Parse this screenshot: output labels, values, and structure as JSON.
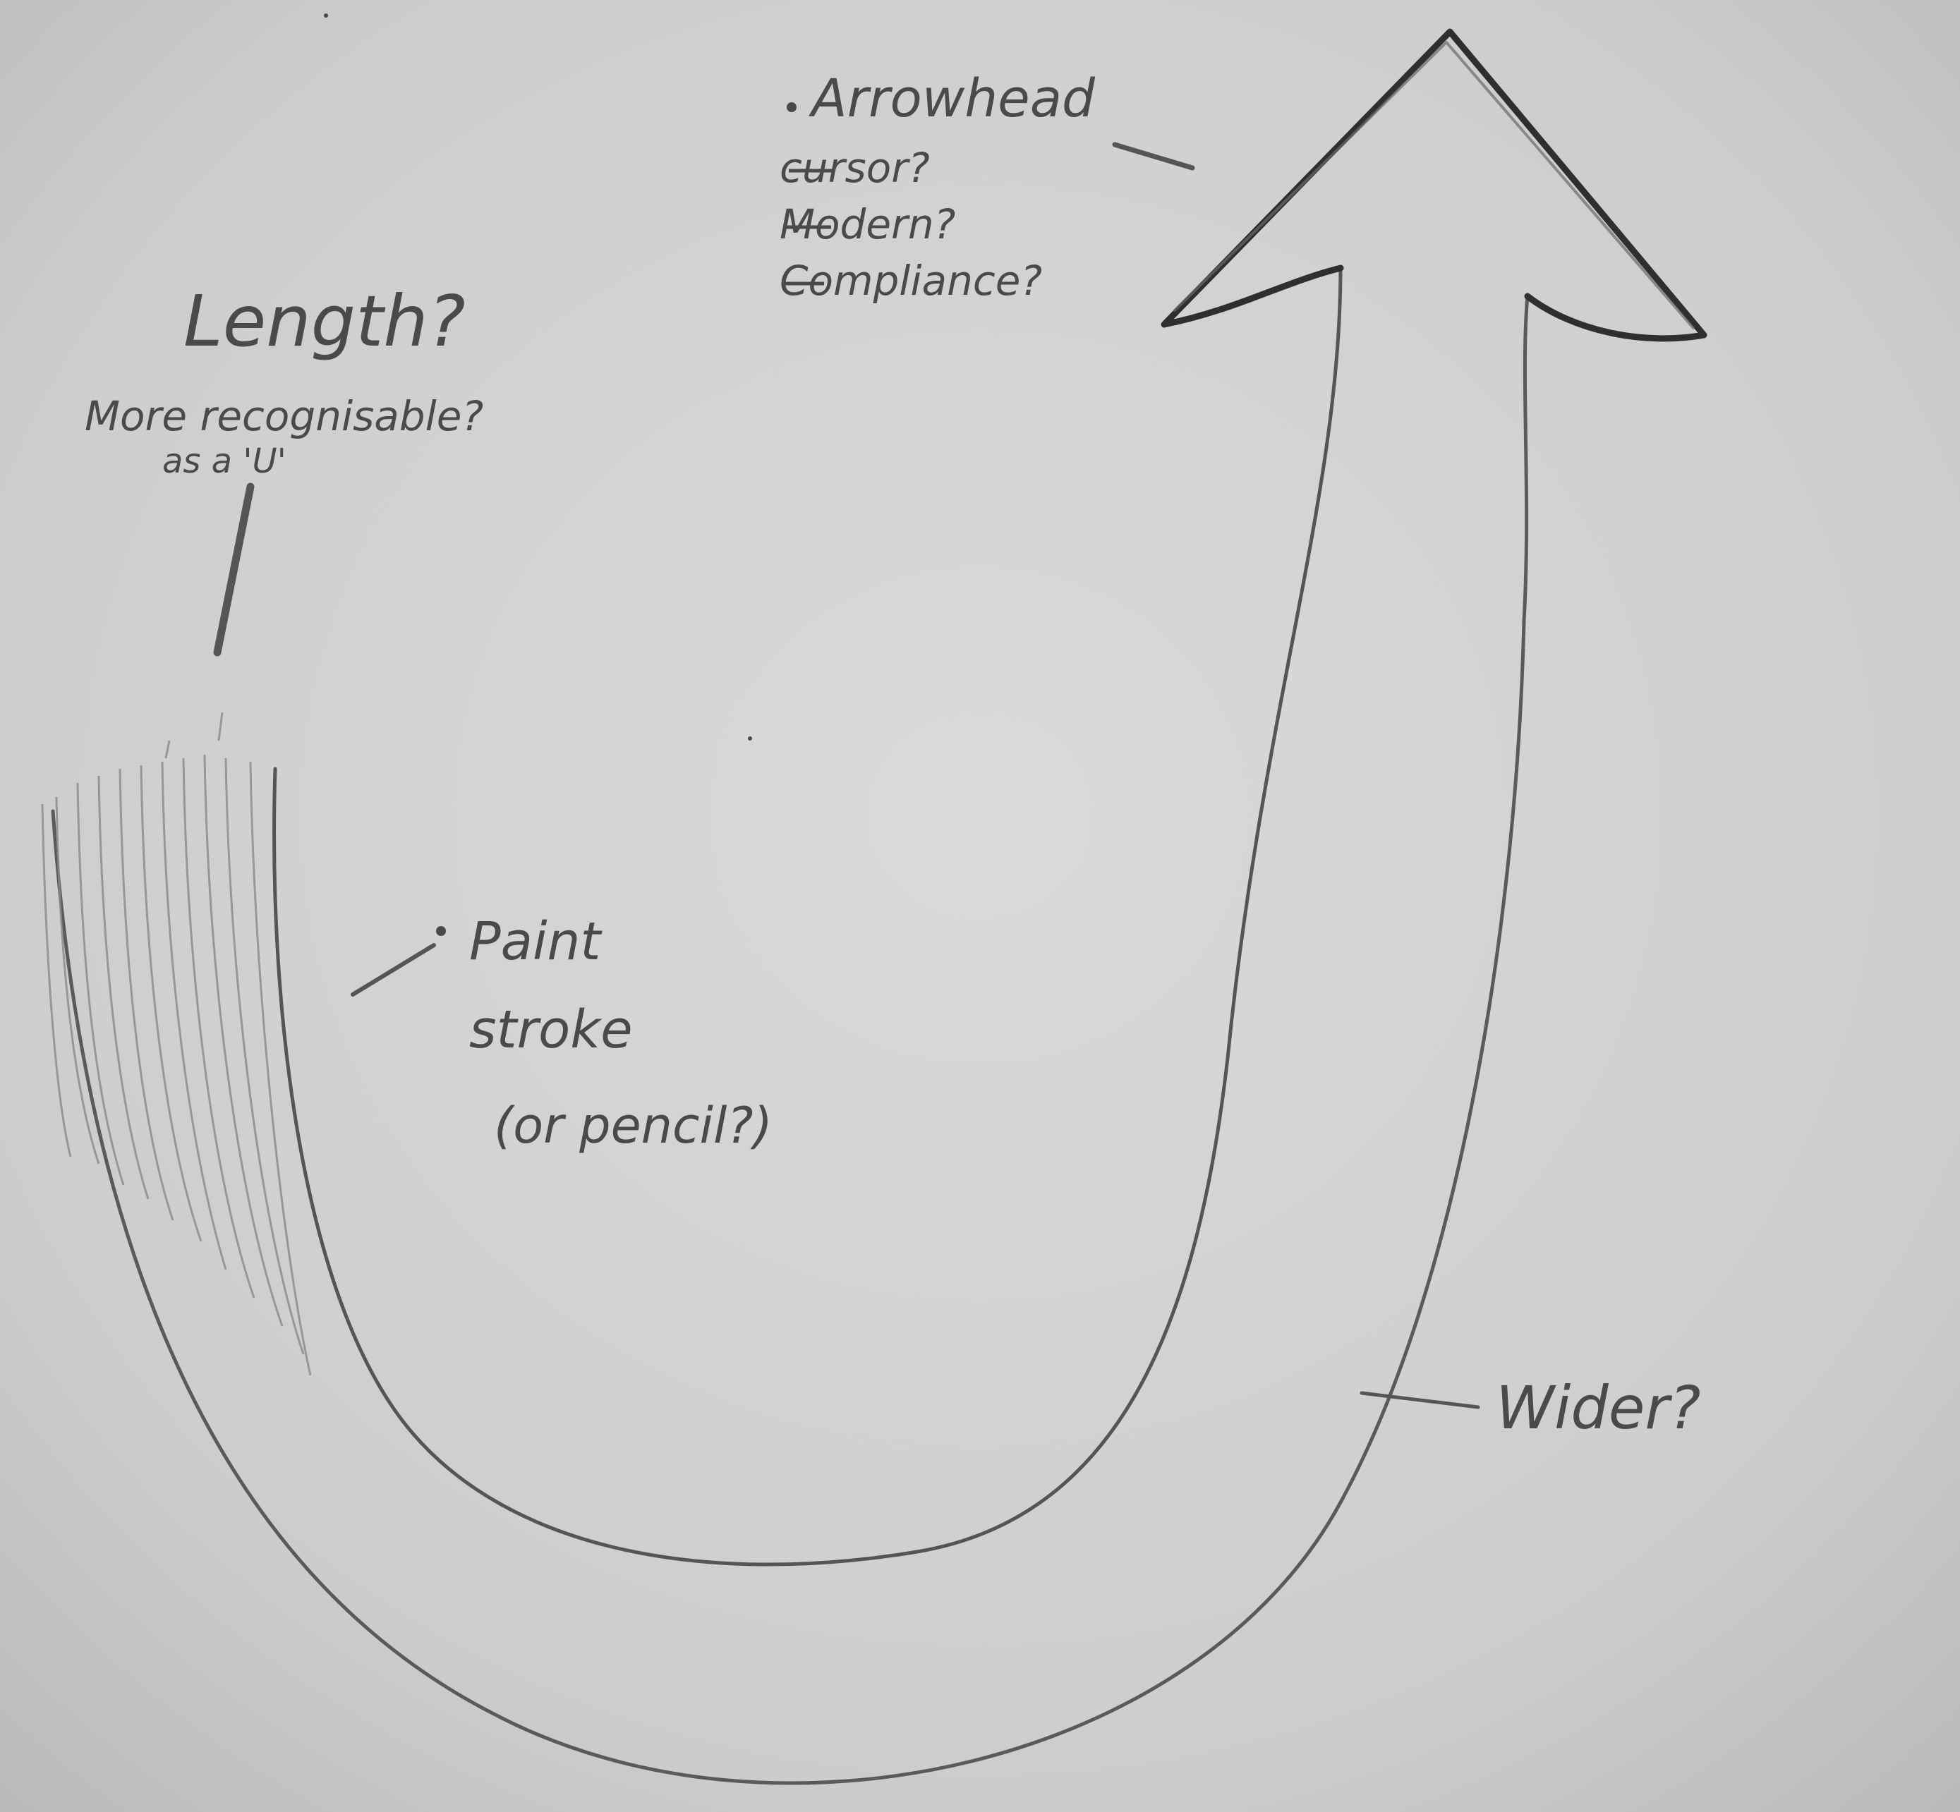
{
  "annotations": {
    "arrowhead": {
      "title": "Arrowhead",
      "options": [
        "cursor?",
        "Modern?",
        "Compliance?"
      ]
    },
    "length": {
      "title": "Length?",
      "note_line1": "More recognisable?",
      "note_line2": "as a 'U'"
    },
    "path": {
      "line1": "Paint",
      "line2": "stroke",
      "line3": "(or pencil?)"
    },
    "width": {
      "label": "Wider?"
    }
  },
  "colors": {
    "paper": "#cfcfcd",
    "pencil": "#4a4a4a",
    "pencil_dark": "#2b2b2b",
    "shading": "#8a8a8a"
  }
}
